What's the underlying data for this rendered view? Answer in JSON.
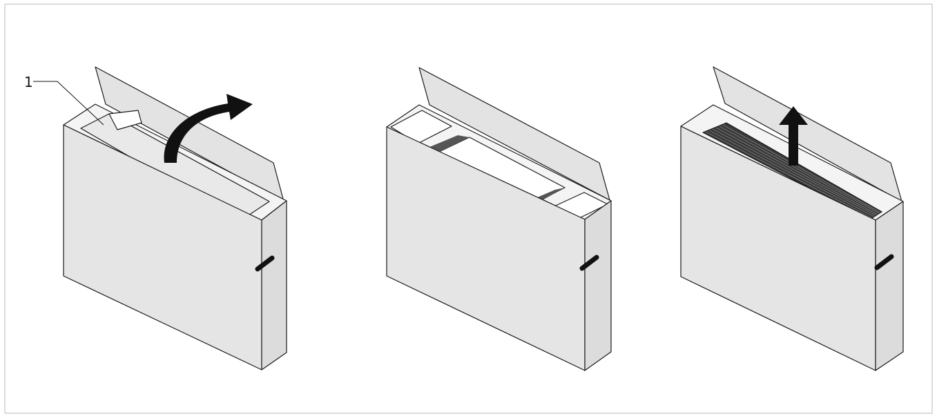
{
  "steps": [
    {
      "callouts": [
        "1"
      ],
      "arrow": "curved-lift-lid",
      "content": "accessory-box-and-cover-sheet"
    },
    {
      "callouts": [],
      "arrow": "none",
      "content": "packing-insert-exposed"
    },
    {
      "callouts": [],
      "arrow": "straight-up-lift-unit",
      "content": "grille-unit-exposed"
    }
  ],
  "colors": {
    "outline": "#1a1a1a",
    "box_front": "#e5e5e6",
    "box_side": "#dcdcdd",
    "flap": "#e3e3e4",
    "opening": "#f4f4f4",
    "insert": "#ffffff",
    "arrow": "#111111",
    "frame": "#b8b8b8"
  }
}
